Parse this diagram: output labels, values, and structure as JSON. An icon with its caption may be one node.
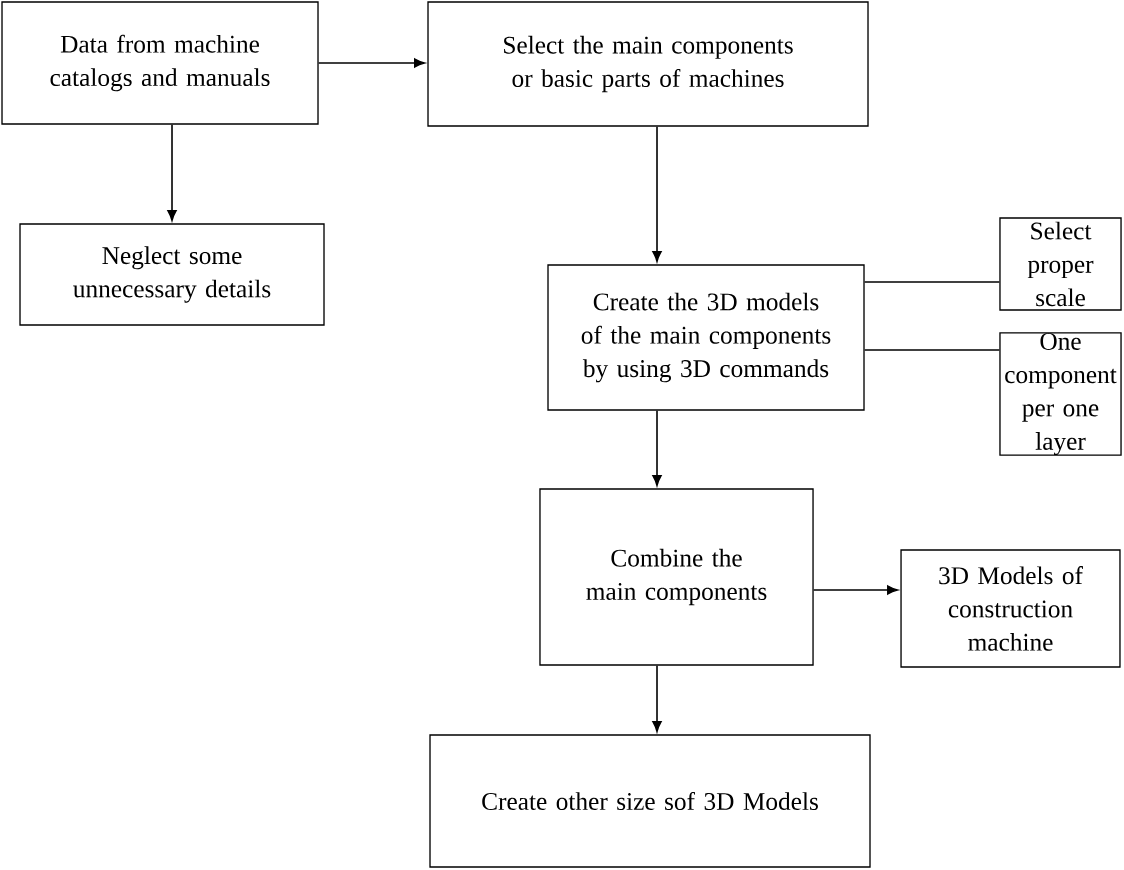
{
  "diagram": {
    "nodes": [
      {
        "text": [
          "Data from machine catalogs and manuals"
        ]
      },
      {
        "text": [
          "Select the main components or basic parts of machines"
        ]
      },
      {
        "text": [
          "Neglect some unnecessary details"
        ]
      },
      {
        "text": [
          "Create the 3D models of the main components by using 3D commands"
        ]
      },
      {
        "text": [
          "Select proper scale"
        ]
      },
      {
        "text": [
          "One component per one layer"
        ]
      },
      {
        "text": [
          "Combine the main components"
        ]
      },
      {
        "text": [
          "3D Models of construction machine"
        ]
      },
      {
        "text": [
          "Create other size sof 3D Models"
        ]
      }
    ],
    "edges": [
      {
        "from": 0,
        "to": 1,
        "arrow": "to"
      },
      {
        "from": 0,
        "to": 2,
        "arrow": "to"
      },
      {
        "from": 1,
        "to": 3,
        "arrow": "to"
      },
      {
        "from": 3,
        "to": 4,
        "arrow": "none"
      },
      {
        "from": 3,
        "to": 5,
        "arrow": "none"
      },
      {
        "from": 3,
        "to": 6,
        "arrow": "to"
      },
      {
        "from": 6,
        "to": 7,
        "arrow": "to"
      },
      {
        "from": 6,
        "to": 8,
        "arrow": "to"
      }
    ]
  }
}
